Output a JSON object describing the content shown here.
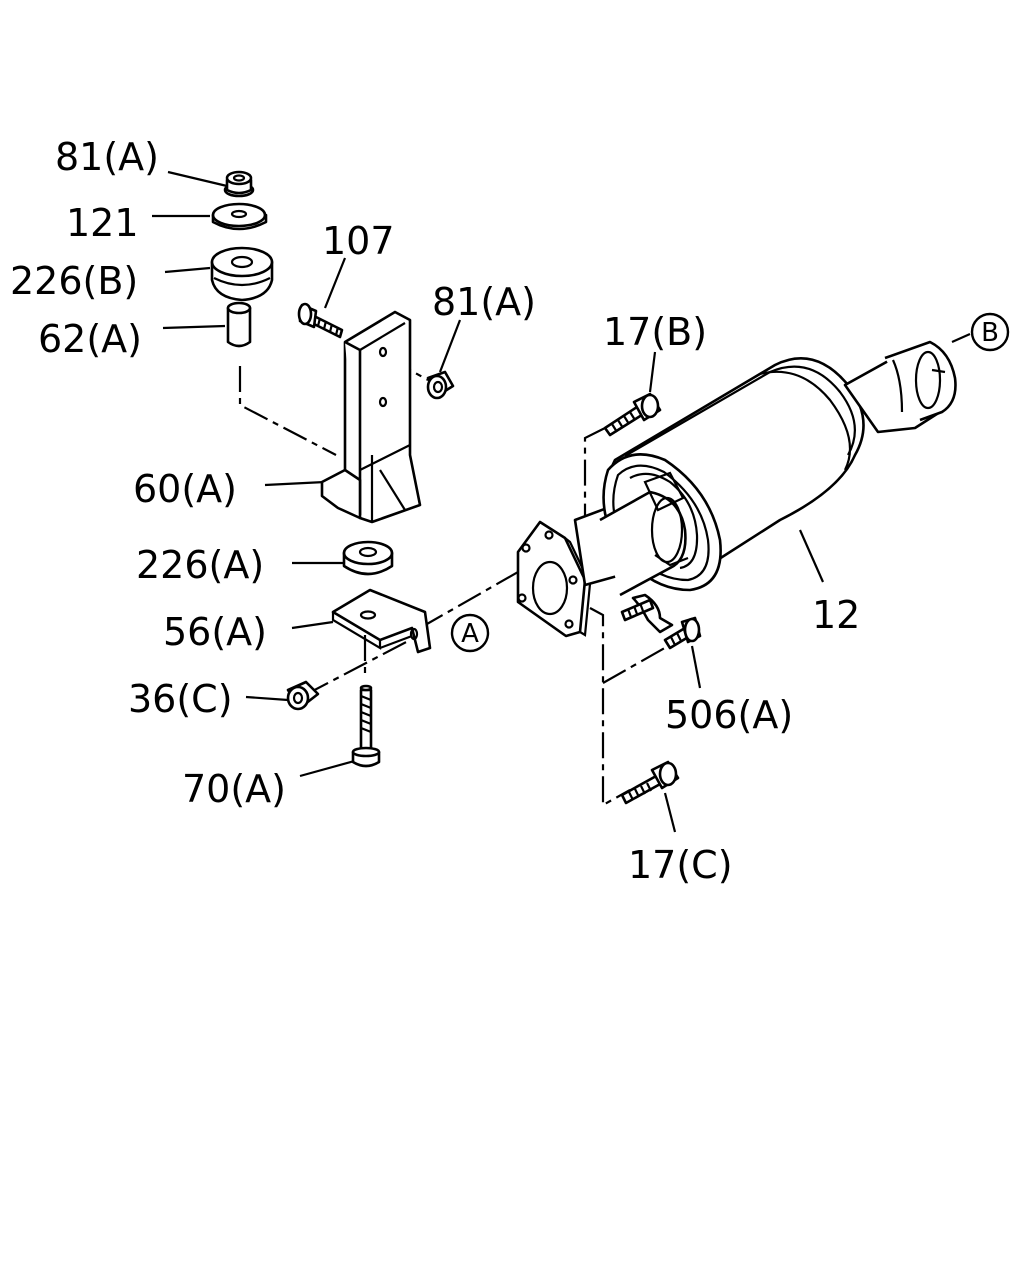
{
  "labels": {
    "p81a_top": "81(A)",
    "p121": "121",
    "p226b": "226(B)",
    "p62a": "62(A)",
    "p107": "107",
    "p81a_right": "81(A)",
    "p60a": "60(A)",
    "p226a": "226(A)",
    "p56a": "56(A)",
    "p36c": "36(C)",
    "p70a": "70(A)",
    "p17b": "17(B)",
    "p12": "12",
    "p506a": "506(A)",
    "p17c": "17(C)"
  },
  "markers": {
    "a": "A",
    "b": "B"
  }
}
